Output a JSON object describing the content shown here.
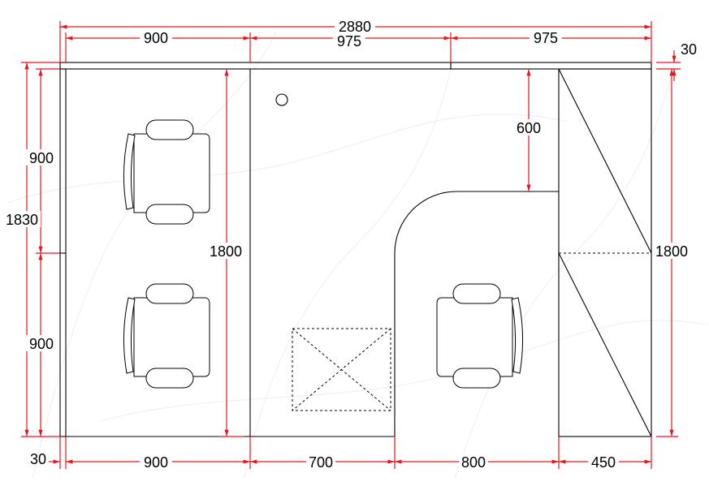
{
  "dimensions": {
    "top_total": "2880",
    "top_left": "900",
    "top_mid": "975",
    "top_right": "975",
    "top_edge": "30",
    "left_total": "1830",
    "left_upper": "900",
    "left_lower": "900",
    "inner_left_height": "1800",
    "inner_return_depth": "600",
    "right_height": "1800",
    "bottom_edge": "30",
    "bottom_left": "900",
    "bottom_mid_left": "700",
    "bottom_mid_right": "800",
    "bottom_right": "450"
  },
  "colors": {
    "dimension_line": "#e8141b",
    "outline": "#000000"
  }
}
